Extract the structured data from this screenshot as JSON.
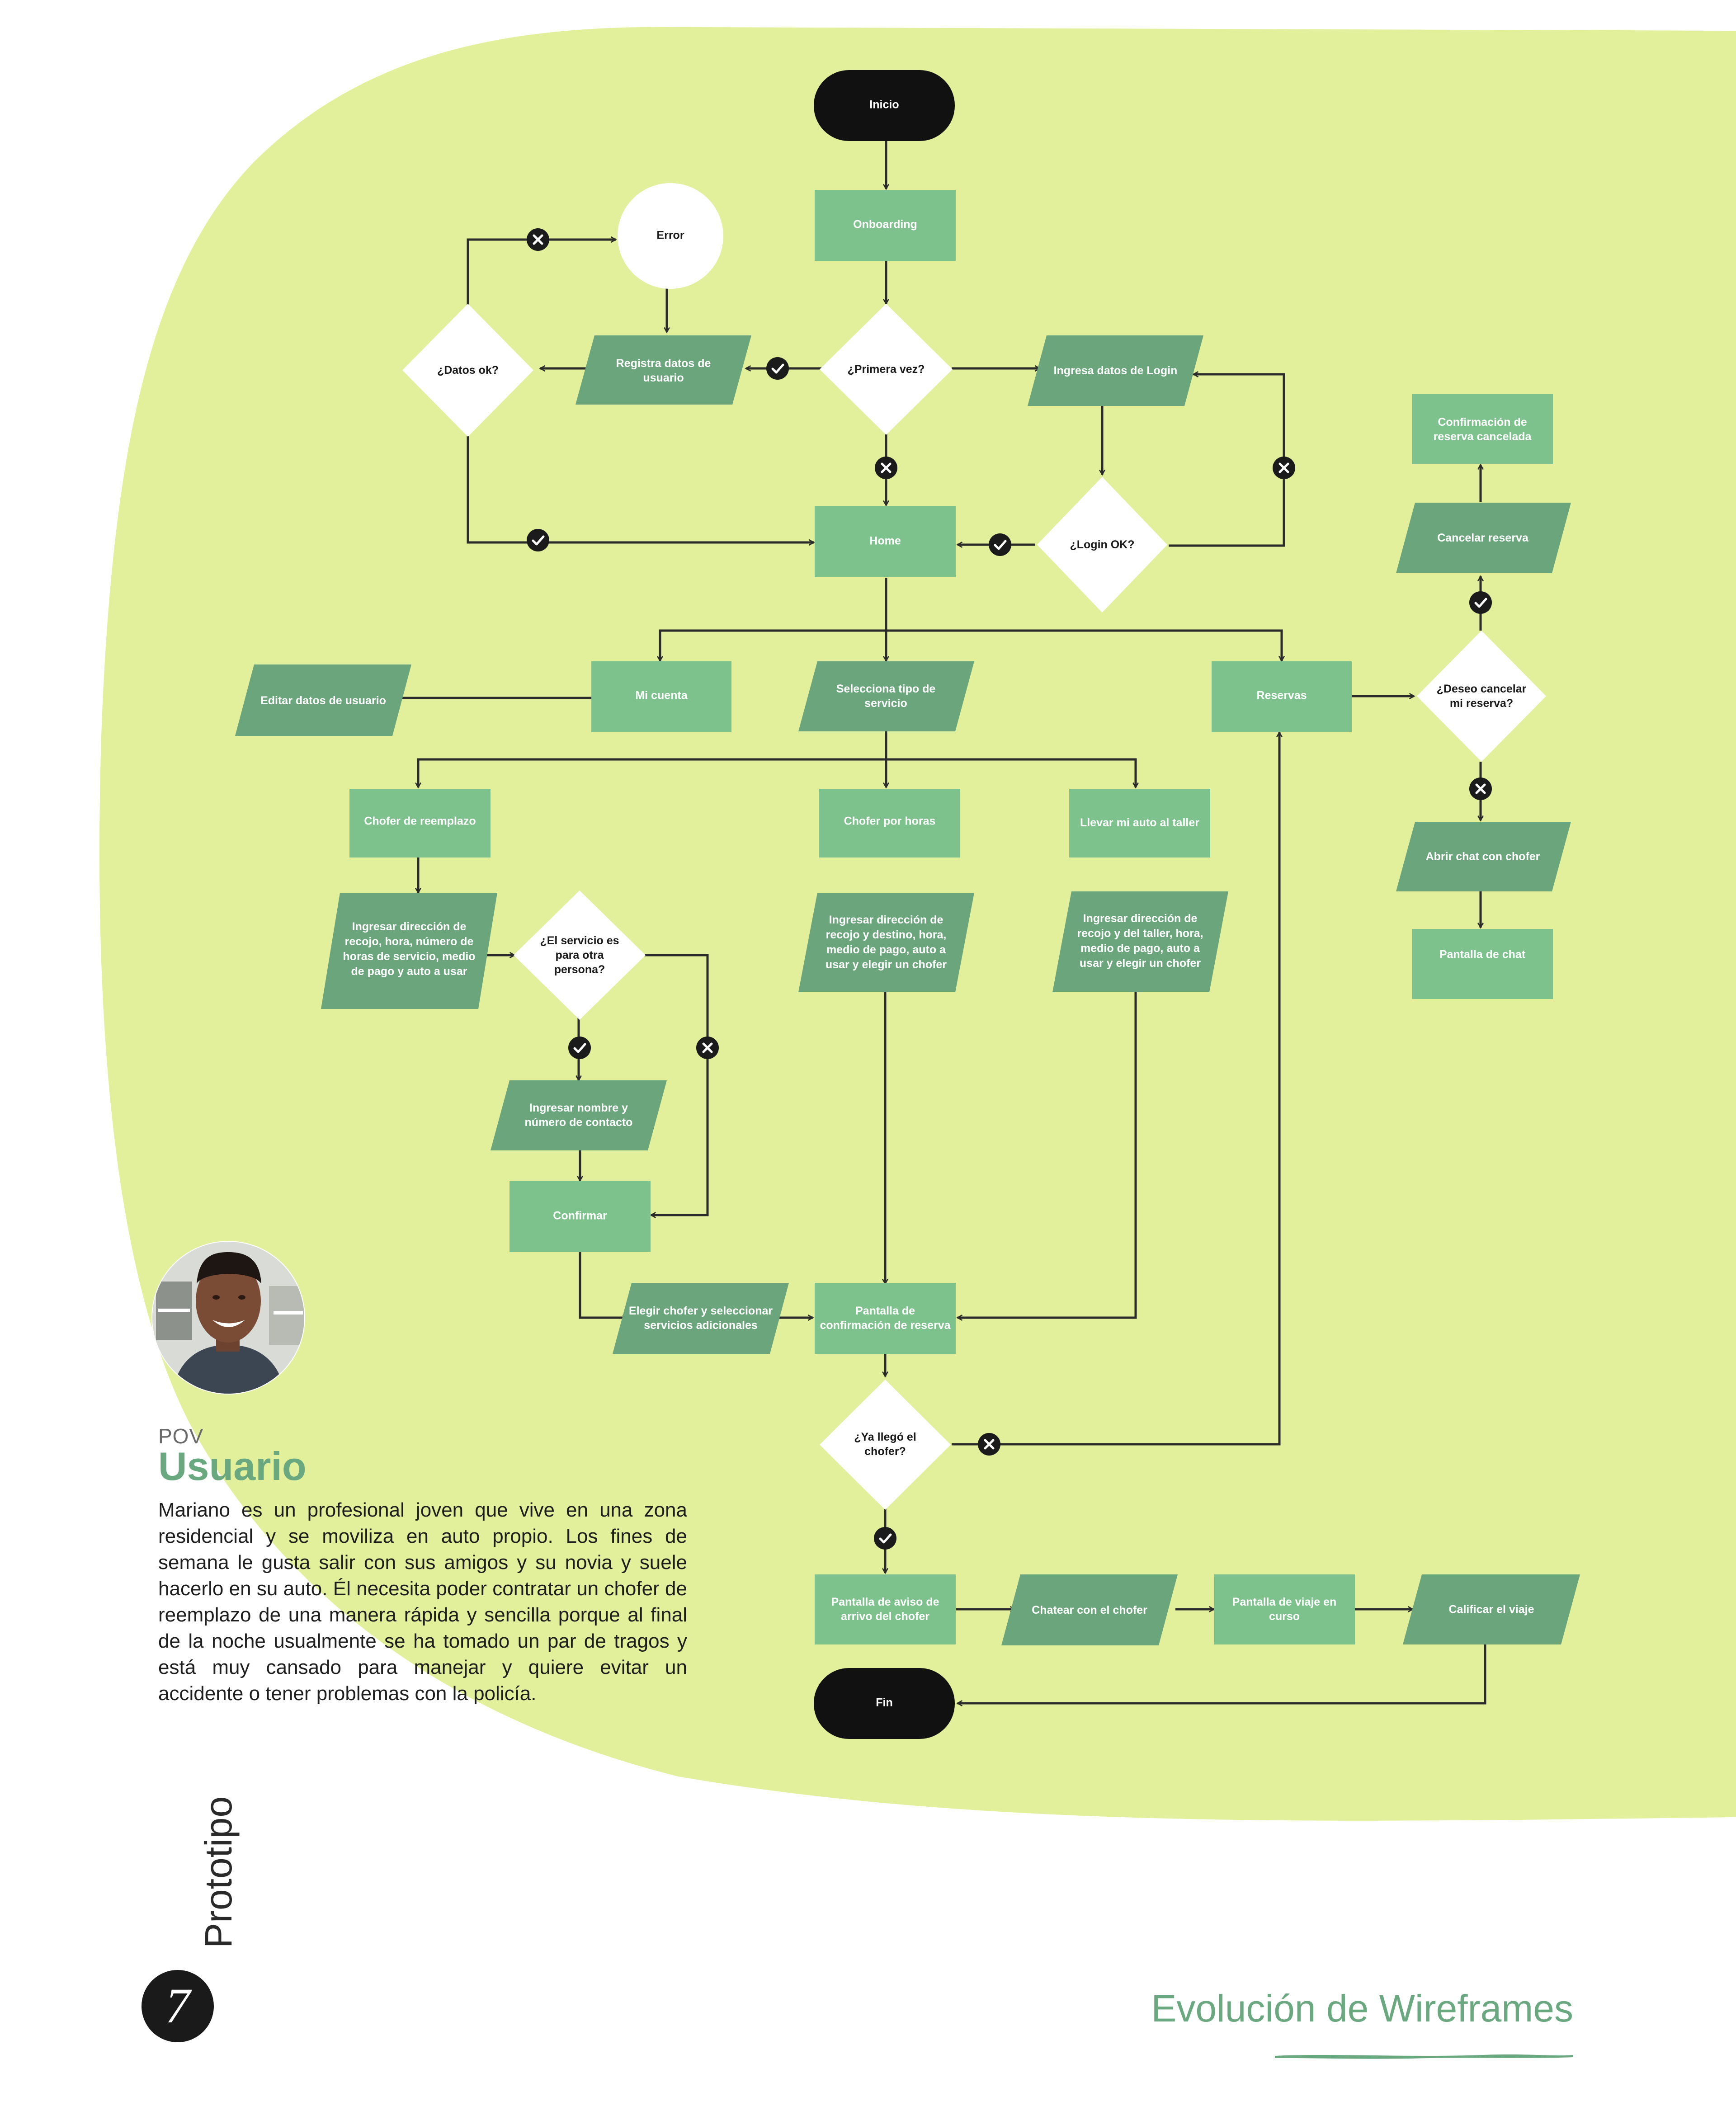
{
  "colors": {
    "background_blob": "#e2ef9b",
    "process_box": "#7dc28d",
    "io_parallelogram": "#6aa57c",
    "terminal": "#111111",
    "decision": "#ffffff",
    "connector": "#2b2b2b",
    "accent_text": "#6aa97f"
  },
  "flow": {
    "inicio": "Inicio",
    "onboarding": "Onboarding",
    "error": "Error",
    "primera_vez": "¿Primera vez?",
    "registra_datos": "Registra datos de usuario",
    "datos_ok": "¿Datos ok?",
    "ingresa_login": "Ingresa datos de Login",
    "login_ok": "¿Login OK?",
    "home": "Home",
    "editar_datos": "Editar datos de usuario",
    "mi_cuenta": "Mi cuenta",
    "selecciona_tipo": "Selecciona tipo de servicio",
    "reservas": "Reservas",
    "deseo_cancelar": "¿Deseo cancelar mi reserva?",
    "cancelar_reserva": "Cancelar reserva",
    "confirmacion_cancelada": "Confirmación de reserva cancelada",
    "abrir_chat": "Abrir chat con chofer",
    "pantalla_chat": "Pantalla de chat",
    "chofer_reemplazo": "Chofer de reemplazo",
    "chofer_horas": "Chofer por horas",
    "llevar_auto": "Llevar mi auto al taller",
    "ingresar_reemplazo": "Ingresar dirección de recojo, hora, número de horas de servicio, medio de pago y auto a usar",
    "servicio_otra_persona": "¿El servicio es para otra persona?",
    "ingresar_horas": "Ingresar dirección de recojo y destino, hora, medio de pago, auto a usar y elegir un chofer",
    "ingresar_taller": "Ingresar dirección de recojo y del taller, hora, medio de pago, auto a usar y elegir un chofer",
    "ingresar_contacto": "Ingresar nombre y número de contacto",
    "confirmar": "Confirmar",
    "elegir_chofer": "Elegir chofer y seleccionar servicios adicionales",
    "pantalla_confirmacion": "Pantalla de confirmación de reserva",
    "ya_llego": "¿Ya llegó el chofer?",
    "aviso_arrivo": "Pantalla de aviso de arrivo del chofer",
    "chatear_chofer": "Chatear con el chofer",
    "viaje_curso": "Pantalla de viaje en curso",
    "calificar": "Calificar el viaje",
    "fin": "Fin"
  },
  "pov": {
    "label": "POV",
    "title": "Usuario",
    "text": "Mariano es un profesional joven que vive en una zona residencial y se moviliza en auto propio. Los fines de semana le gusta salir con sus amigos y su novia y suele hacerlo en su auto. Él necesita poder contratar un chofer de reemplazo de una manera rápida y sencilla porque al final de la noche usualmente se ha tomado un par de tragos y está muy cansado para manejar y quiere evitar un accidente o tener problemas con la policía."
  },
  "section": {
    "label": "Prototipo",
    "page_number": "7"
  },
  "footer": {
    "title": "Evolución de Wireframes"
  },
  "icons": {
    "check": "check-icon",
    "cross": "cross-icon",
    "avatar": "user-avatar-photo"
  }
}
